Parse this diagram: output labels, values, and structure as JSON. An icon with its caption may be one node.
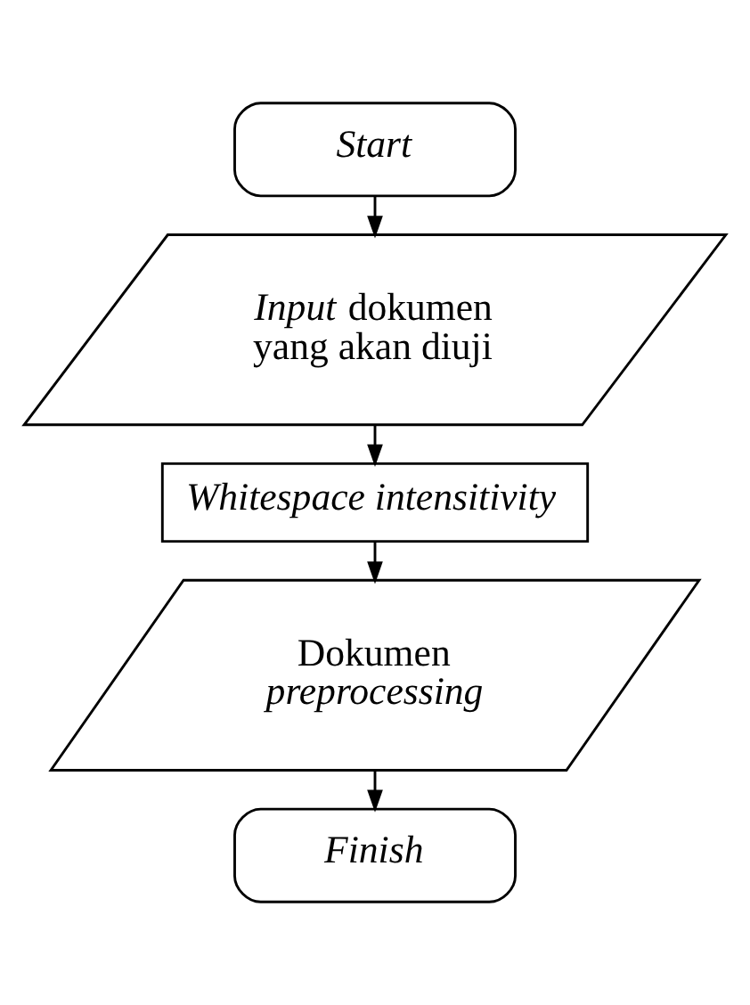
{
  "diagram": {
    "nodes": [
      {
        "text": [
          "Start"
        ]
      },
      {
        "text": [
          "*Input* dokumen yang akan diuji"
        ]
      },
      {
        "text": [
          "Whitespace intensitivity"
        ]
      },
      {
        "text": [
          "Dokumen *preprocessing*"
        ]
      },
      {
        "text": [
          "Finish"
        ]
      }
    ],
    "edges": [
      {
        "from": 0,
        "to": 1,
        "arrow": "to"
      },
      {
        "from": 1,
        "to": 2,
        "arrow": "to"
      },
      {
        "from": 2,
        "to": 3,
        "arrow": "to"
      },
      {
        "from": 3,
        "to": 4,
        "arrow": "to"
      }
    ]
  }
}
